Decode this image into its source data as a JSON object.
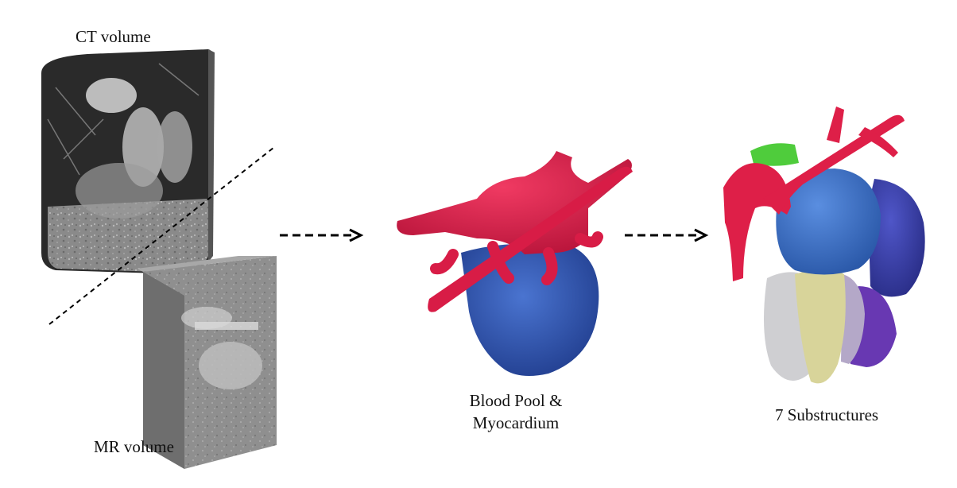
{
  "labels": {
    "ct_volume": "CT volume",
    "mr_volume": "MR volume",
    "blood_pool_line1": "Blood Pool &",
    "blood_pool_line2": "Myocardium",
    "substructures": "7 Substructures"
  },
  "colors": {
    "background": "#ffffff",
    "aorta_red": "#e0204a",
    "myocardium_blue": "#2f55b0",
    "atrium_blue": "#3a72c8",
    "ventricle_indigo": "#3a40a8",
    "ventricle_yellow": "#d8d49a",
    "ventricle_grey": "#cfcfd2",
    "ventricle_purple": "#6a3ab0",
    "ventricle_lilac": "#b4a8c8",
    "atrium_green": "#50cc40",
    "arrow": "#000000"
  },
  "icons": [
    "ct-volume-image",
    "mr-volume-image",
    "blood-pool-myocardium-mesh",
    "seven-substructures-mesh",
    "dashed-arrow",
    "dashed-divider"
  ]
}
